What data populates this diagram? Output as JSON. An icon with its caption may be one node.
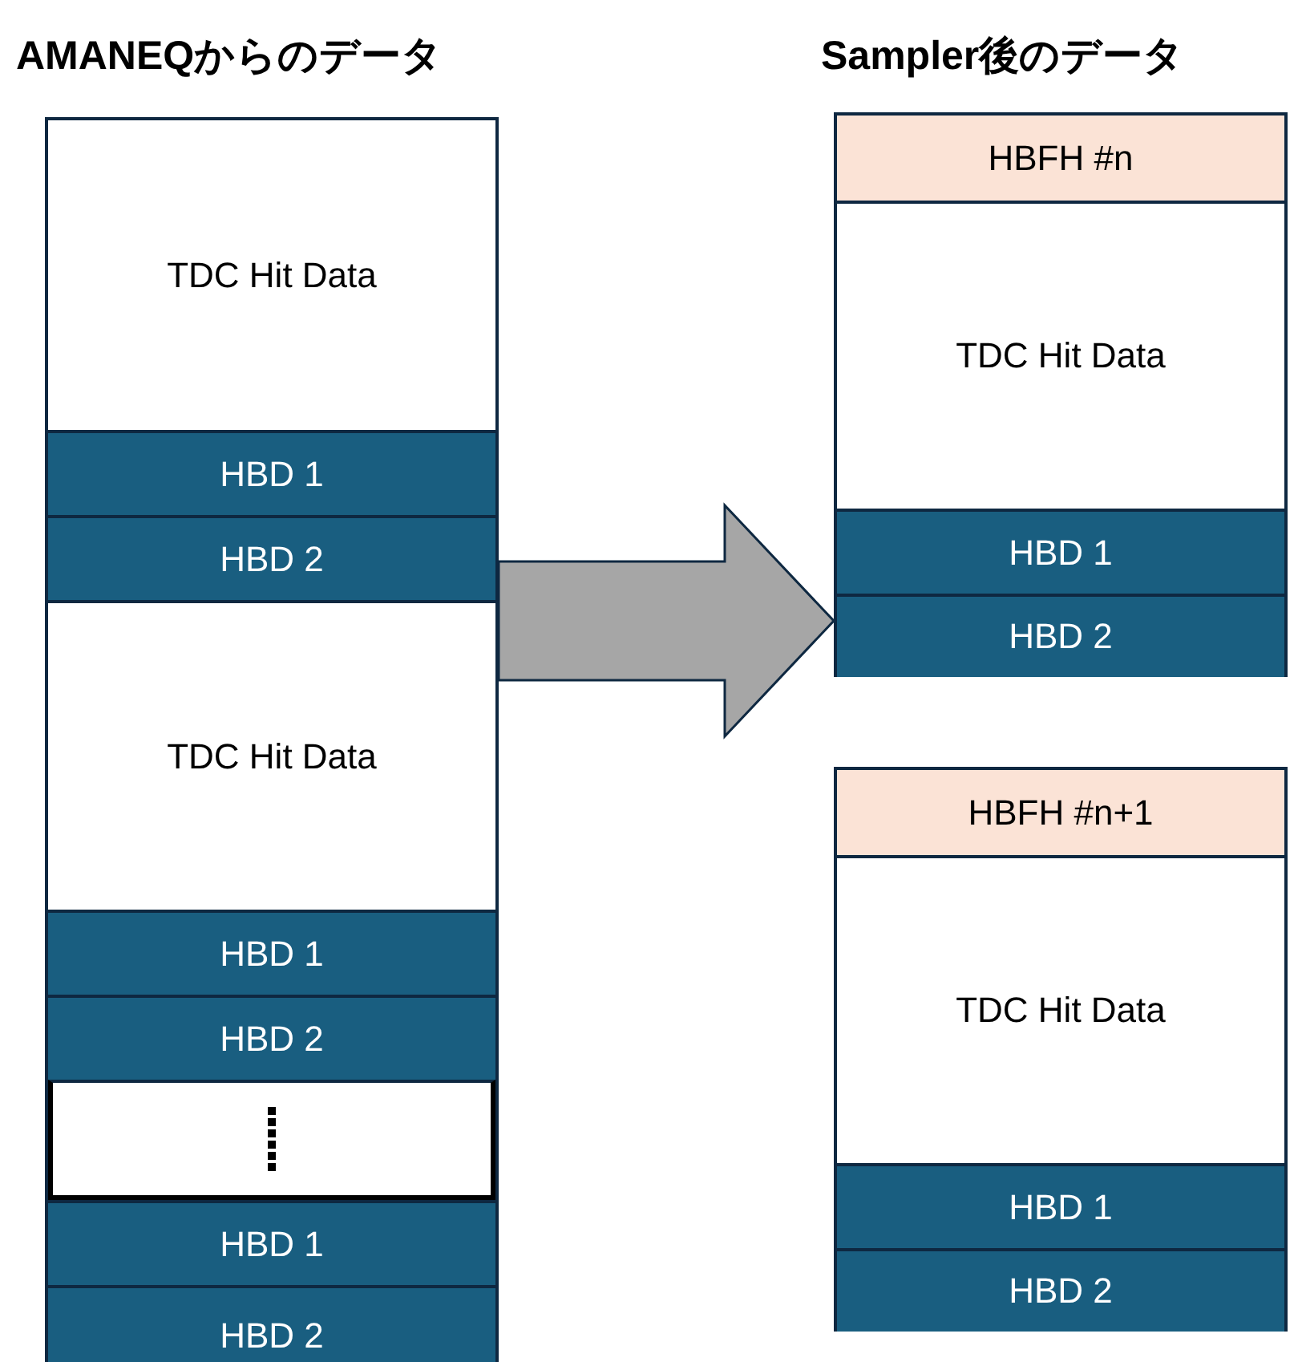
{
  "diagram": {
    "nodes": [
      {
        "text": [],
        "shape": "box"
      },
      {
        "text": [
          "TDC Hit Data"
        ],
        "in": 0
      },
      {
        "text": [
          "HBD 1"
        ],
        "in": 0
      },
      {
        "text": [
          "HBD 2"
        ],
        "in": 0
      },
      {
        "text": [
          "TDC Hit Data"
        ],
        "in": 0
      },
      {
        "text": [
          "HBD 1"
        ],
        "in": 0
      },
      {
        "text": [
          "HBD 2"
        ],
        "in": 0
      },
      {
        "text": [],
        "shape": "box",
        "in": 0
      },
      {
        "text": [
          "HBD 1"
        ],
        "in": 0
      },
      {
        "text": [
          "HBD 2"
        ],
        "in": 0
      },
      {
        "text": [],
        "shape": "box"
      },
      {
        "text": [
          "HBFH #n"
        ],
        "in": 10
      },
      {
        "text": [
          "TDC Hit Data"
        ],
        "in": 10
      },
      {
        "text": [
          "HBD 1"
        ],
        "in": 10
      },
      {
        "text": [
          "HBD 2"
        ],
        "in": 10
      },
      {
        "text": [],
        "shape": "box"
      },
      {
        "text": [
          "HBFH #n+1"
        ],
        "in": 15
      },
      {
        "text": [
          "TDC Hit Data"
        ],
        "in": 15
      },
      {
        "text": [
          "HBD 1"
        ],
        "in": 15
      },
      {
        "text": [
          "HBD 2"
        ],
        "in": 15
      }
    ],
    "edges": [
      {
        "from": 0,
        "to": 10,
        "arrow": "to"
      }
    ],
    "labels": [
      "AMANEQからのデータ",
      "Sampler後のデータ"
    ]
  }
}
